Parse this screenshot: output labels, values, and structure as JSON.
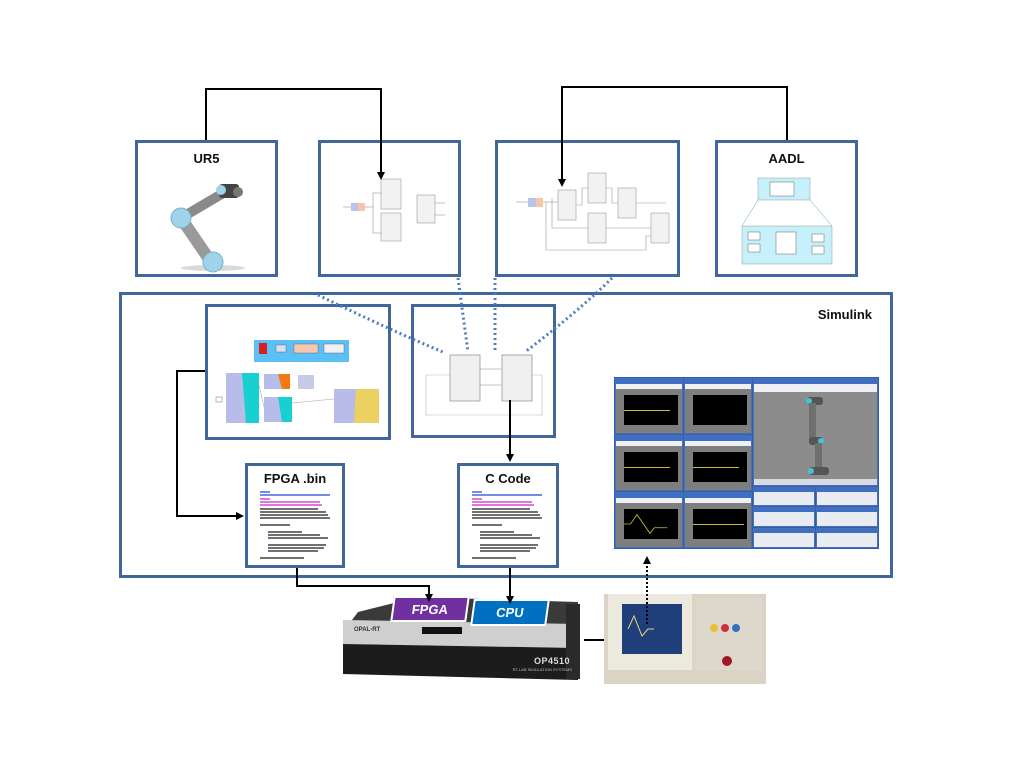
{
  "diagram": {
    "top_row": {
      "ur5": {
        "title": "UR5",
        "content": "robot-arm-image"
      },
      "model_a": {
        "title": "",
        "content": "simulink-block-diagram"
      },
      "model_b": {
        "title": "",
        "content": "simulink-block-diagram"
      },
      "aadl": {
        "title": "AADL",
        "content": "aadl-architecture-diagram"
      }
    },
    "simulink": {
      "title": "Simulink",
      "xilinx_model": {
        "content": "xilinx-system-generator-model"
      },
      "combined_model": {
        "content": "simulink-subsystem-blocks"
      },
      "fpga_bin": {
        "title": "FPGA .bin",
        "content": "generated-code-listing"
      },
      "c_code": {
        "title": "C Code",
        "content": "generated-code-listing"
      },
      "scopes_panel": {
        "content": "simulink-scopes-and-3d-robot-view"
      }
    },
    "hardware": {
      "target_box": {
        "fpga_label": "FPGA",
        "cpu_label": "CPU",
        "brand": "OPAL-RT",
        "model": "OP4510",
        "subtitle": "RT-LAB SIMULATION SYSTEMS"
      },
      "oscilloscope": {
        "content": "oscilloscope-photo"
      }
    },
    "colors": {
      "box_border": "#41669a",
      "dotted_link": "#4a7cc0",
      "fpga_chip": "#7030a0",
      "cpu_chip": "#0070c0",
      "arrow": "#000000"
    }
  }
}
